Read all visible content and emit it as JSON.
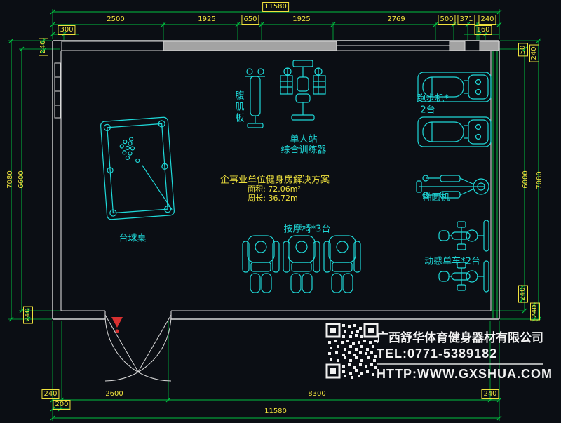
{
  "colors": {
    "background": "#0b0e14",
    "dimension_text": "#efe13d",
    "dimension_lines": "#00c040",
    "equipment_cyan": "#1fd8d8",
    "walls": "#d8d8d8",
    "wall_fill_gray": "#a3a3a3",
    "door_marker_red": "#d83030",
    "branding_white": "#f2f2f2"
  },
  "dims": {
    "top_total": "11580",
    "top_row": [
      "2500",
      "1925",
      "650",
      "1925",
      "2769",
      "500",
      "371",
      "240"
    ],
    "top_sub": [
      "300",
      "160"
    ],
    "left": {
      "wall_top": "240",
      "overall": "7080",
      "inner": "6600",
      "wall_bottom": "240"
    },
    "right": {
      "small_top_a": "50",
      "small_top_b": "240",
      "inner": "6000",
      "overall": "7080",
      "small_bottom_a": "240",
      "small_bottom_b": "240"
    },
    "bottom": {
      "row": [
        "240",
        "2600",
        "8300",
        "240"
      ],
      "sub": "200",
      "total": "11580"
    }
  },
  "labels": {
    "ab_board": "腹肌板",
    "trainer1": "单人站",
    "trainer2": "综合训练器",
    "treadmill1": "跑步机*",
    "treadmill2": "2台",
    "elliptical": "椭圆机",
    "billiard": "台球桌",
    "massage": "按摩椅*3台",
    "spinbike": "动感单车*2台"
  },
  "solution": {
    "title": "企事业单位健身房解决方案",
    "area": "面积: 72.06m²",
    "perimeter": "周长: 36.72m"
  },
  "branding": {
    "company": "广西舒华体育健身器材有限公司",
    "tel": "TEL:0771-5389182",
    "website": "HTTP:WWW.GXSHUA.COM"
  }
}
